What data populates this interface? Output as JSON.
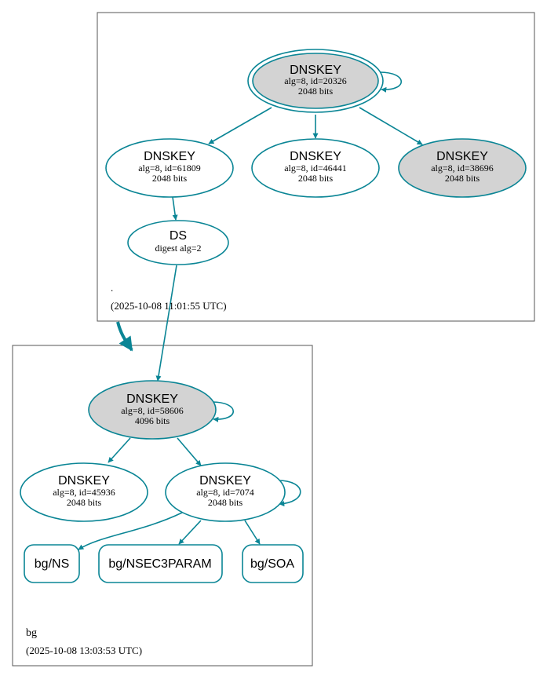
{
  "colors": {
    "edge": "#0a8595",
    "fill_gray": "#d3d3d3",
    "fill_white": "#ffffff",
    "box_border": "#555555"
  },
  "zones": {
    "root": {
      "name": ".",
      "timestamp": "(2025-10-08 11:01:55 UTC)"
    },
    "bg": {
      "name": "bg",
      "timestamp": "(2025-10-08 13:03:53 UTC)"
    }
  },
  "nodes": {
    "root_ksk": {
      "title": "DNSKEY",
      "line1": "alg=8, id=20326",
      "line2": "2048 bits"
    },
    "root_zsk1": {
      "title": "DNSKEY",
      "line1": "alg=8, id=61809",
      "line2": "2048 bits"
    },
    "root_zsk2": {
      "title": "DNSKEY",
      "line1": "alg=8, id=46441",
      "line2": "2048 bits"
    },
    "root_zsk3": {
      "title": "DNSKEY",
      "line1": "alg=8, id=38696",
      "line2": "2048 bits"
    },
    "root_ds": {
      "title": "DS",
      "line1": "digest alg=2"
    },
    "bg_ksk": {
      "title": "DNSKEY",
      "line1": "alg=8, id=58606",
      "line2": "4096 bits"
    },
    "bg_zsk1": {
      "title": "DNSKEY",
      "line1": "alg=8, id=45936",
      "line2": "2048 bits"
    },
    "bg_zsk2": {
      "title": "DNSKEY",
      "line1": "alg=8, id=7074",
      "line2": "2048 bits"
    },
    "bg_ns": {
      "title": "bg/NS"
    },
    "bg_nsec3param": {
      "title": "bg/NSEC3PARAM"
    },
    "bg_soa": {
      "title": "bg/SOA"
    }
  }
}
